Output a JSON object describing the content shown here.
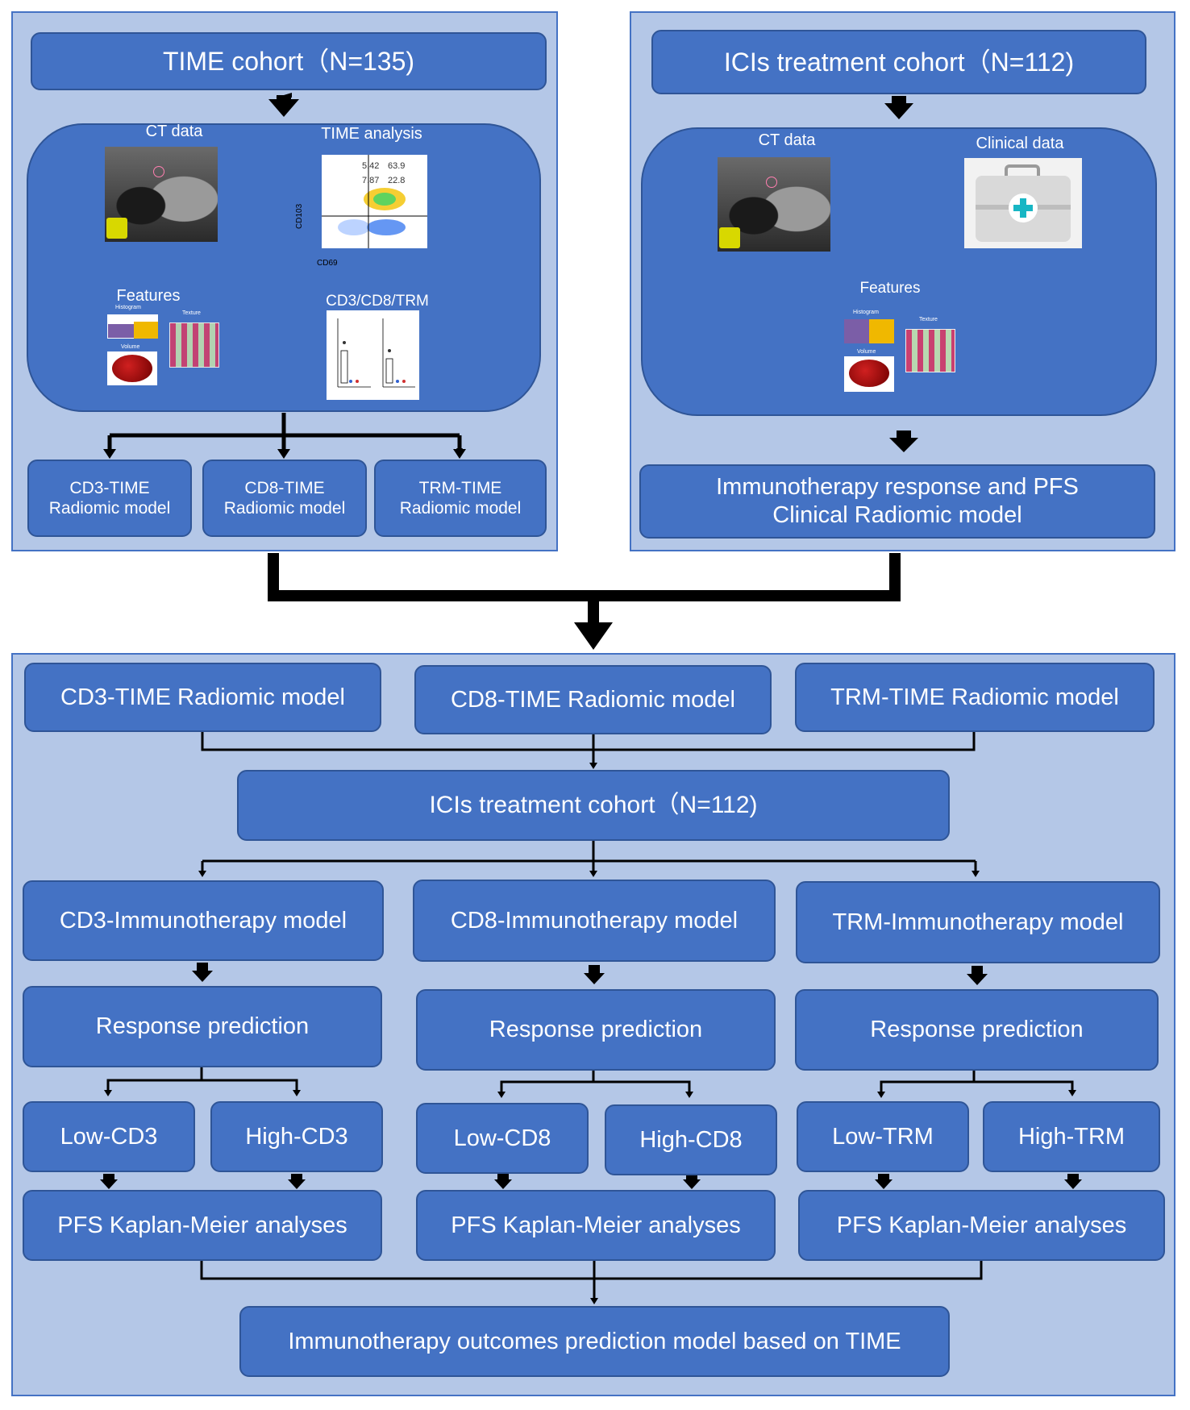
{
  "top_left": {
    "title": "TIME cohort（N=135)",
    "ct_label": "CT data",
    "time_label": "TIME analysis",
    "features_label": "Features",
    "markers_label": "CD3/CD8/TRM",
    "flow_quadrants": [
      "5.42",
      "63.9",
      "7.87",
      "22.8"
    ],
    "flow_x_axis": "CD69",
    "flow_y_axis": "CD103",
    "histogram_label": "Histogram",
    "texture_label": "Texture",
    "volume_label": "Volume",
    "models": [
      "CD3-TIME\nRadiomic model",
      "CD8-TIME\nRadiomic model",
      "TRM-TIME\nRadiomic model"
    ]
  },
  "top_right": {
    "title": "ICIs treatment cohort（N=112)",
    "ct_label": "CT data",
    "clinical_label": "Clinical data",
    "features_label": "Features",
    "histogram_label": "Histogram",
    "texture_label": "Texture",
    "volume_label": "Volume",
    "output": "Immunotherapy response and PFS\nClinical Radiomic model"
  },
  "bottom": {
    "radiomic_models": [
      "CD3-TIME Radiomic model",
      "CD8-TIME Radiomic model",
      "TRM-TIME Radiomic model"
    ],
    "cohort": "ICIs treatment cohort（N=112)",
    "immuno_models": [
      "CD3-Immunotherapy model",
      "CD8-Immunotherapy model",
      "TRM-Immunotherapy model"
    ],
    "response": "Response prediction",
    "low": [
      "Low-CD3",
      "Low-CD8",
      "Low-TRM"
    ],
    "high": [
      "High-CD3",
      "High-CD8",
      "High-TRM"
    ],
    "km": "PFS Kaplan-Meier analyses",
    "final": "Immunotherapy outcomes prediction model based on TIME"
  },
  "colors": {
    "panel": "#b4c7e7",
    "box": "#4472c4",
    "connector": "#000000"
  }
}
